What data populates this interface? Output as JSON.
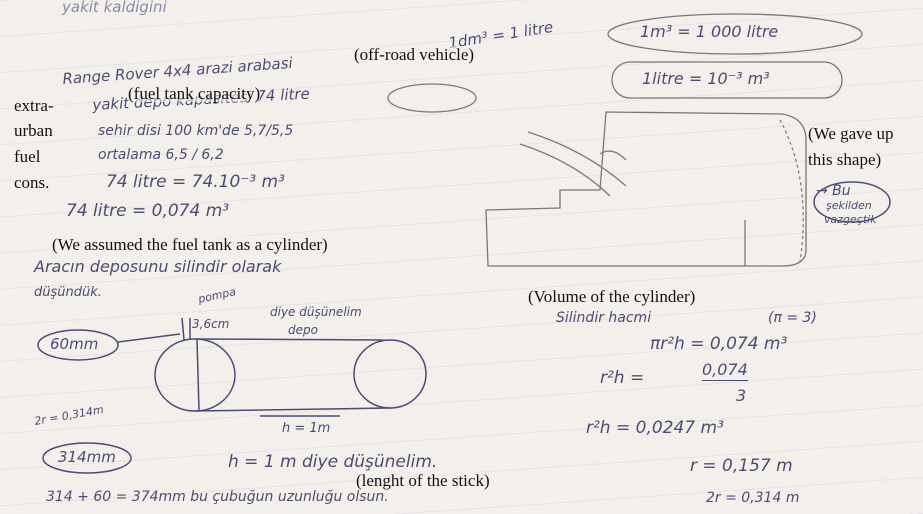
{
  "handwriting": {
    "top_fragment": "yakit kaldigini",
    "dm3_eq": "1dm³ = 1 litre",
    "m3_eq": "1m³ = 1 000 litre",
    "litre_eq": "1litre = 10⁻³ m³",
    "vehicle": "Range Rover 4x4 arazi arabasi",
    "tank_capacity": "yakit depo kapasitesi 74 litre",
    "urban": "sehir disi 100 km'de 5,7/5,5",
    "average": "ortalama 6,5 / 6,2",
    "calc1": "74 litre = 74.10⁻³ m³",
    "calc2": "74 litre = 0,074 m³",
    "assume_cyl_1": "Aracın deposunu silindir olarak",
    "assume_cyl_2": "düşündük.",
    "pump": "pompa",
    "pump_size": "3,6cm",
    "depot_note_1": "diye düşünelim",
    "depot_note_2": "depo",
    "mm60": "60mm",
    "two_r": "2r = 0,314m",
    "mm314": "314mm",
    "h_label": "h = 1m",
    "h_assume": "h = 1 m diye düşünelim.",
    "stick_sum": "314 + 60 = 374mm bu çubuğun uzunluğu olsun.",
    "result_2r": "2r = 0,314 m",
    "cyl_volume": "Silindir hacmi",
    "pi_eq": "(π = 3)",
    "eq1": "πr²h = 0,074 m³",
    "eq2_left": "r²h =",
    "eq2_num": "0,074",
    "eq2_den": "3",
    "eq3": "r²h = 0,0247 m³",
    "eq4": "r = 0,157 m",
    "arrow_b": "→ Bu",
    "sekilden_1": "şekilden",
    "sekilden_2": "vazgeçtik"
  },
  "translations": {
    "offroad": "(off-road vehicle)",
    "tank_capacity": "(fuel tank capacity)",
    "extra": "extra-",
    "urban": "urban",
    "fuel": "fuel",
    "cons": "cons.",
    "gave_up_1": "(We gave up",
    "gave_up_2": "this shape)",
    "assumed": "(We assumed the fuel tank as a cylinder)",
    "volume": "(Volume of the cylinder)",
    "stick": "(lenght of the stick)"
  }
}
